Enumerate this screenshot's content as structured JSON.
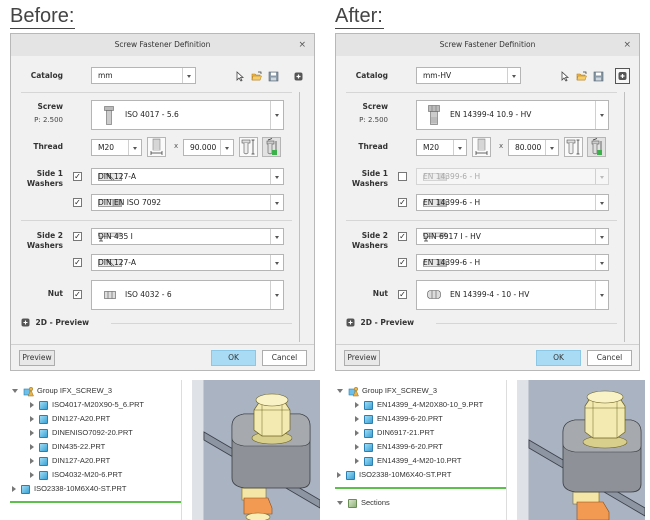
{
  "panels": [
    {
      "heading": "Before:",
      "dialog": {
        "title": "Screw Fastener Definition",
        "close": "×",
        "catalog": {
          "label": "Catalog",
          "value": "mm"
        },
        "toolbar_icons": [
          "select-arrow-icon",
          "open-folder-icon",
          "save-icon",
          "expand-plus-icon"
        ],
        "screw": {
          "label": "Screw",
          "pitch": "P: 2.500",
          "value": "ISO 4017 - 5.6",
          "icon": "hex-bolt-icon"
        },
        "thread": {
          "label": "Thread",
          "size": "M20",
          "times": "x",
          "length": "90.000"
        },
        "side1": {
          "label_line1": "Side 1",
          "label_line2": "Washers",
          "items": [
            {
              "checked": true,
              "value": "DIN 127-A",
              "icon": "spring-washer-icon",
              "disabled": false
            },
            {
              "checked": true,
              "value": "DIN EN ISO 7092",
              "icon": "flat-washer-icon",
              "disabled": false
            }
          ]
        },
        "side2": {
          "label_line1": "Side 2",
          "label_line2": "Washers",
          "items": [
            {
              "checked": true,
              "value": "DIN 435 I",
              "icon": "taper-washer-icon",
              "disabled": false
            },
            {
              "checked": true,
              "value": "DIN 127-A",
              "icon": "spring-washer-icon",
              "disabled": false
            }
          ]
        },
        "nut": {
          "label": "Nut",
          "checked": true,
          "value": "ISO 4032 - 6",
          "icon": "hex-nut-icon"
        },
        "preview_section": "2D - Preview",
        "buttons": {
          "preview": "Preview",
          "ok": "OK",
          "cancel": "Cancel"
        }
      },
      "tree": {
        "group": "Group IFX_SCREW_3",
        "children": [
          "ISO4017-M20X90-5_6.PRT",
          "DIN127-A20.PRT",
          "DINENISO7092-20.PRT",
          "DIN435-22.PRT",
          "DIN127-A20.PRT",
          "ISO4032-M20-6.PRT"
        ],
        "sibling": "ISO2338-10M6X40-ST.PRT",
        "next_section": ""
      }
    },
    {
      "heading": "After:",
      "dialog": {
        "title": "Screw Fastener Definition",
        "close": "×",
        "catalog": {
          "label": "Catalog",
          "value": "mm-HV"
        },
        "toolbar_icons": [
          "select-arrow-icon",
          "open-folder-icon",
          "save-icon",
          "expand-plus-icon"
        ],
        "screw": {
          "label": "Screw",
          "pitch": "P: 2.500",
          "value": "EN 14399-4 10.9 - HV",
          "icon": "hex-bolt-icon"
        },
        "thread": {
          "label": "Thread",
          "size": "M20",
          "times": "x",
          "length": "80.000"
        },
        "side1": {
          "label_line1": "Side 1",
          "label_line2": "Washers",
          "items": [
            {
              "checked": false,
              "value": "EN 14399-6 - H",
              "icon": "chamfered-washer-icon",
              "disabled": true
            },
            {
              "checked": true,
              "value": "EN 14399-6 - H",
              "icon": "chamfered-washer-icon",
              "disabled": false
            }
          ]
        },
        "side2": {
          "label_line1": "Side 2",
          "label_line2": "Washers",
          "items": [
            {
              "checked": true,
              "value": "DIN 6917 I - HV",
              "icon": "taper-washer-icon",
              "disabled": false
            },
            {
              "checked": true,
              "value": "EN 14399-6 - H",
              "icon": "chamfered-washer-icon",
              "disabled": false
            }
          ]
        },
        "nut": {
          "label": "Nut",
          "checked": true,
          "value": "EN 14399-4 - 10 - HV",
          "icon": "hex-nut-icon"
        },
        "preview_section": "2D - Preview",
        "buttons": {
          "preview": "Preview",
          "ok": "OK",
          "cancel": "Cancel"
        }
      },
      "tree": {
        "group": "Group IFX_SCREW_3",
        "children": [
          "EN14399_4-M20X80-10_9.PRT",
          "EN14399-6-20.PRT",
          "DIN6917-21.PRT",
          "EN14399-6-20.PRT",
          "EN14399_4-M20-10.PRT"
        ],
        "sibling": "ISO2338-10M6X40-ST.PRT",
        "next_section": "Sections"
      }
    }
  ],
  "colors": {
    "ok_button": "#a9dcf4",
    "dialog_bg": "#f1f1f1",
    "titlebar_bg": "#e4e4e4",
    "tree_divider": "#5cc04a"
  }
}
